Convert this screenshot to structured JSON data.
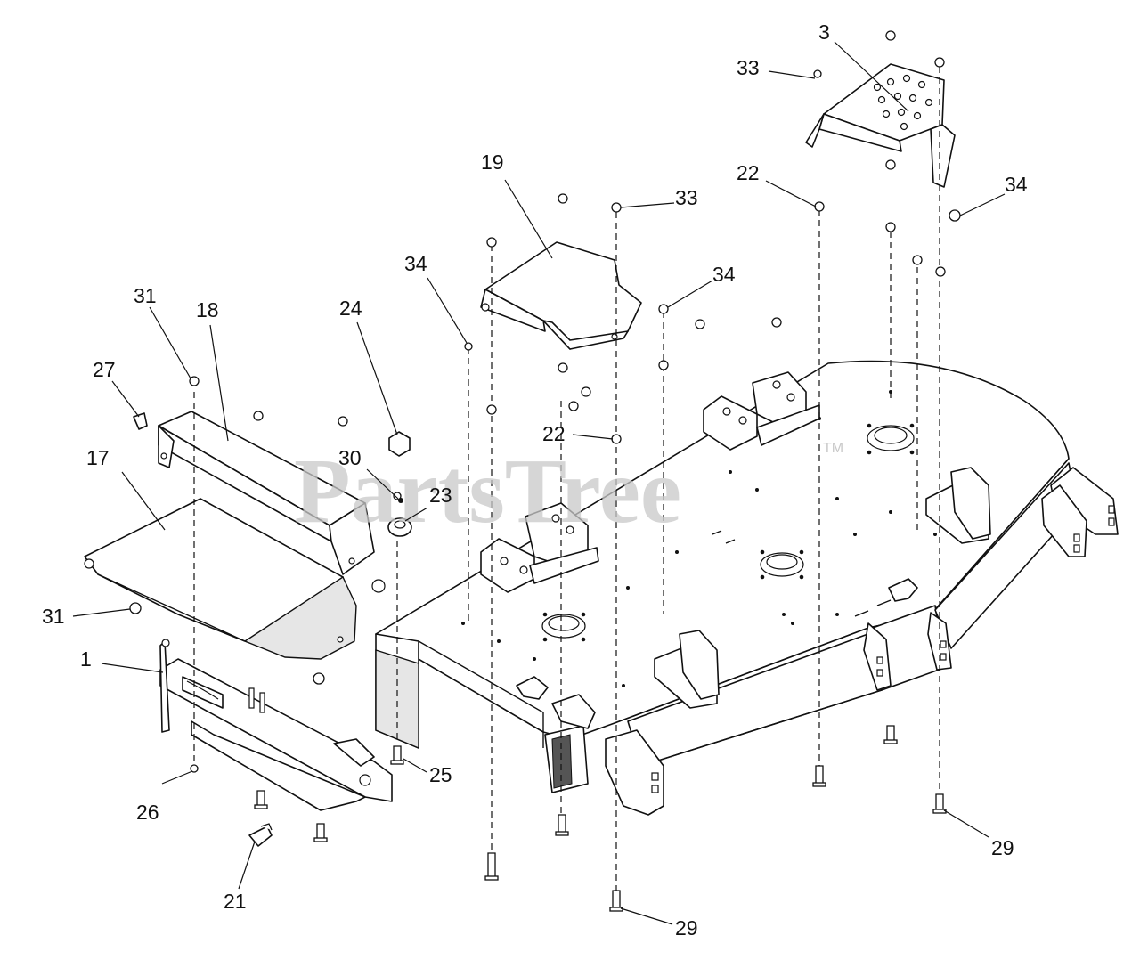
{
  "watermark": {
    "brand": "PartsTree",
    "trademark": "TM"
  },
  "callouts": [
    {
      "id": "c3",
      "number": "3"
    },
    {
      "id": "c33a",
      "number": "33"
    },
    {
      "id": "c19",
      "number": "19"
    },
    {
      "id": "c33b",
      "number": "33"
    },
    {
      "id": "c22a",
      "number": "22"
    },
    {
      "id": "c34a",
      "number": "34"
    },
    {
      "id": "c34b",
      "number": "34"
    },
    {
      "id": "c34c",
      "number": "34"
    },
    {
      "id": "c31a",
      "number": "31"
    },
    {
      "id": "c18",
      "number": "18"
    },
    {
      "id": "c24",
      "number": "24"
    },
    {
      "id": "c27",
      "number": "27"
    },
    {
      "id": "c22b",
      "number": "22"
    },
    {
      "id": "c30",
      "number": "30"
    },
    {
      "id": "c17",
      "number": "17"
    },
    {
      "id": "c23",
      "number": "23"
    },
    {
      "id": "c31b",
      "number": "31"
    },
    {
      "id": "c1",
      "number": "1"
    },
    {
      "id": "c25",
      "number": "25"
    },
    {
      "id": "c26",
      "number": "26"
    },
    {
      "id": "c29a",
      "number": "29"
    },
    {
      "id": "c21",
      "number": "21"
    },
    {
      "id": "c29b",
      "number": "29"
    }
  ]
}
